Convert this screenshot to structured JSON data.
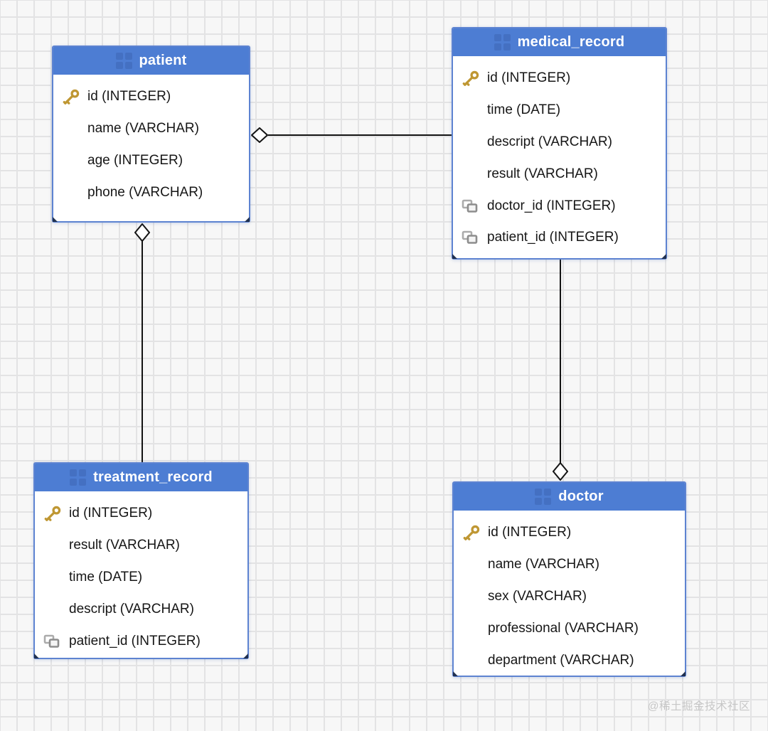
{
  "tables": [
    {
      "name": "patient",
      "header_icon": "table-grid-icon",
      "fields": [
        {
          "label": "id (INTEGER)",
          "icon": "primary-key"
        },
        {
          "label": "name (VARCHAR)",
          "icon": ""
        },
        {
          "label": "age (INTEGER)",
          "icon": ""
        },
        {
          "label": "phone (VARCHAR)",
          "icon": ""
        }
      ]
    },
    {
      "name": "medical_record",
      "header_icon": "table-grid-icon",
      "fields": [
        {
          "label": "id (INTEGER)",
          "icon": "primary-key"
        },
        {
          "label": "time (DATE)",
          "icon": ""
        },
        {
          "label": "descript (VARCHAR)",
          "icon": ""
        },
        {
          "label": "result (VARCHAR)",
          "icon": ""
        },
        {
          "label": "doctor_id (INTEGER)",
          "icon": "foreign-key"
        },
        {
          "label": "patient_id (INTEGER)",
          "icon": "foreign-key"
        }
      ]
    },
    {
      "name": "treatment_record",
      "header_icon": "table-grid-icon",
      "fields": [
        {
          "label": "id (INTEGER)",
          "icon": "primary-key"
        },
        {
          "label": "result (VARCHAR)",
          "icon": ""
        },
        {
          "label": "time (DATE)",
          "icon": ""
        },
        {
          "label": "descript (VARCHAR)",
          "icon": ""
        },
        {
          "label": "patient_id (INTEGER)",
          "icon": "foreign-key"
        }
      ]
    },
    {
      "name": "doctor",
      "header_icon": "table-grid-icon",
      "fields": [
        {
          "label": "id (INTEGER)",
          "icon": "primary-key"
        },
        {
          "label": "name (VARCHAR)",
          "icon": ""
        },
        {
          "label": "sex (VARCHAR)",
          "icon": ""
        },
        {
          "label": "professional (VARCHAR)",
          "icon": ""
        },
        {
          "label": "department (VARCHAR)",
          "icon": ""
        }
      ]
    }
  ],
  "relationships": [
    {
      "from": "patient",
      "to": "medical_record",
      "endpoint": "hollow-diamond",
      "diamond_end": "patient"
    },
    {
      "from": "patient",
      "to": "treatment_record",
      "endpoint": "hollow-diamond",
      "diamond_end": "patient"
    },
    {
      "from": "medical_record",
      "to": "doctor",
      "endpoint": "hollow-diamond",
      "diamond_end": "doctor"
    }
  ],
  "watermark": "@稀土掘金技术社区",
  "colors": {
    "table_header_bg": "#4d7dd3",
    "table_border": "#5d83d1",
    "header_text": "#ffffff",
    "field_text": "#161616",
    "primary_key_icon": "#bf9733",
    "foreign_key_icon": "#9a9a9a",
    "connector": "#141414",
    "canvas_bg": "#f7f7f7",
    "grid_line": "#e3e3e4",
    "watermark_text": "#c6c6c6"
  }
}
